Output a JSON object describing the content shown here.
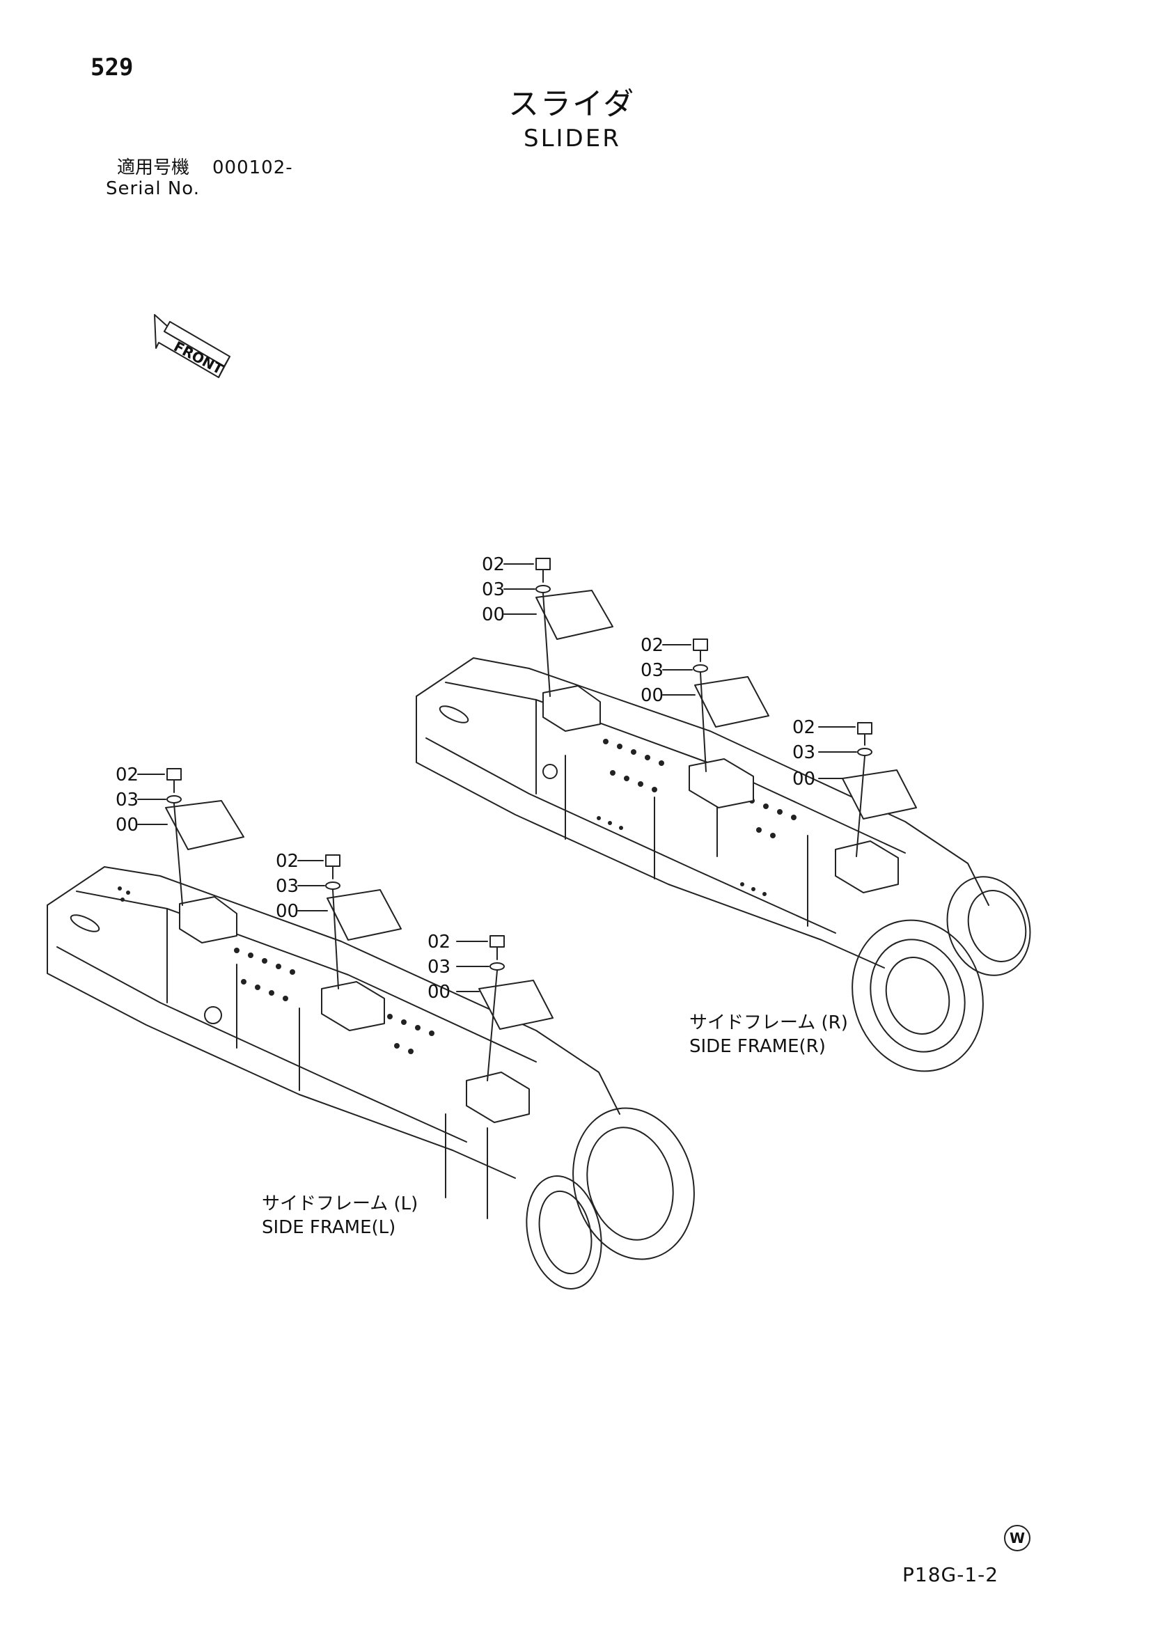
{
  "header": {
    "page_number": "529",
    "title_jp": "スライダ",
    "title_en": "SLIDER",
    "serial_label_jp": "適用号機",
    "serial_value": "000102-",
    "serial_label_en": "Serial No."
  },
  "direction": {
    "front_label": "FRONT"
  },
  "callouts": {
    "bolt": "02",
    "washer": "03",
    "slider": "00"
  },
  "frames": {
    "right_jp": "サイドフレーム (R)",
    "right_en": "SIDE FRAME(R)",
    "left_jp": "サイドフレーム (L)",
    "left_en": "SIDE FRAME(L)"
  },
  "footer": {
    "mark": "W",
    "page_code": "P18G-1-2"
  }
}
